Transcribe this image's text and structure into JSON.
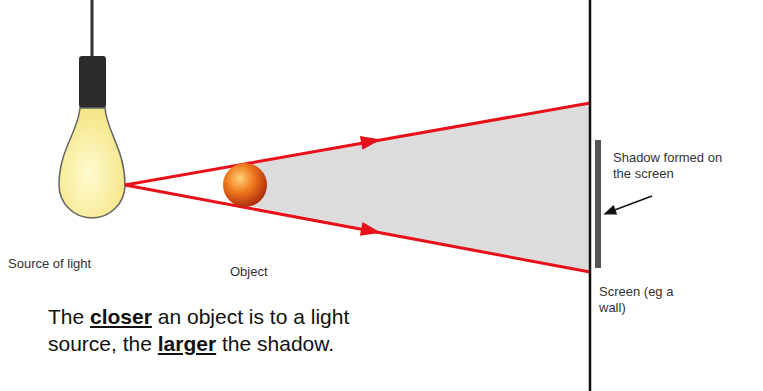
{
  "diagram": {
    "caption": "The closer an object is to a light source, the larger the shadow.",
    "labels": [
      "Source of light",
      "Object",
      "Shadow formed on the screen",
      "Screen (eg a wall)"
    ]
  }
}
